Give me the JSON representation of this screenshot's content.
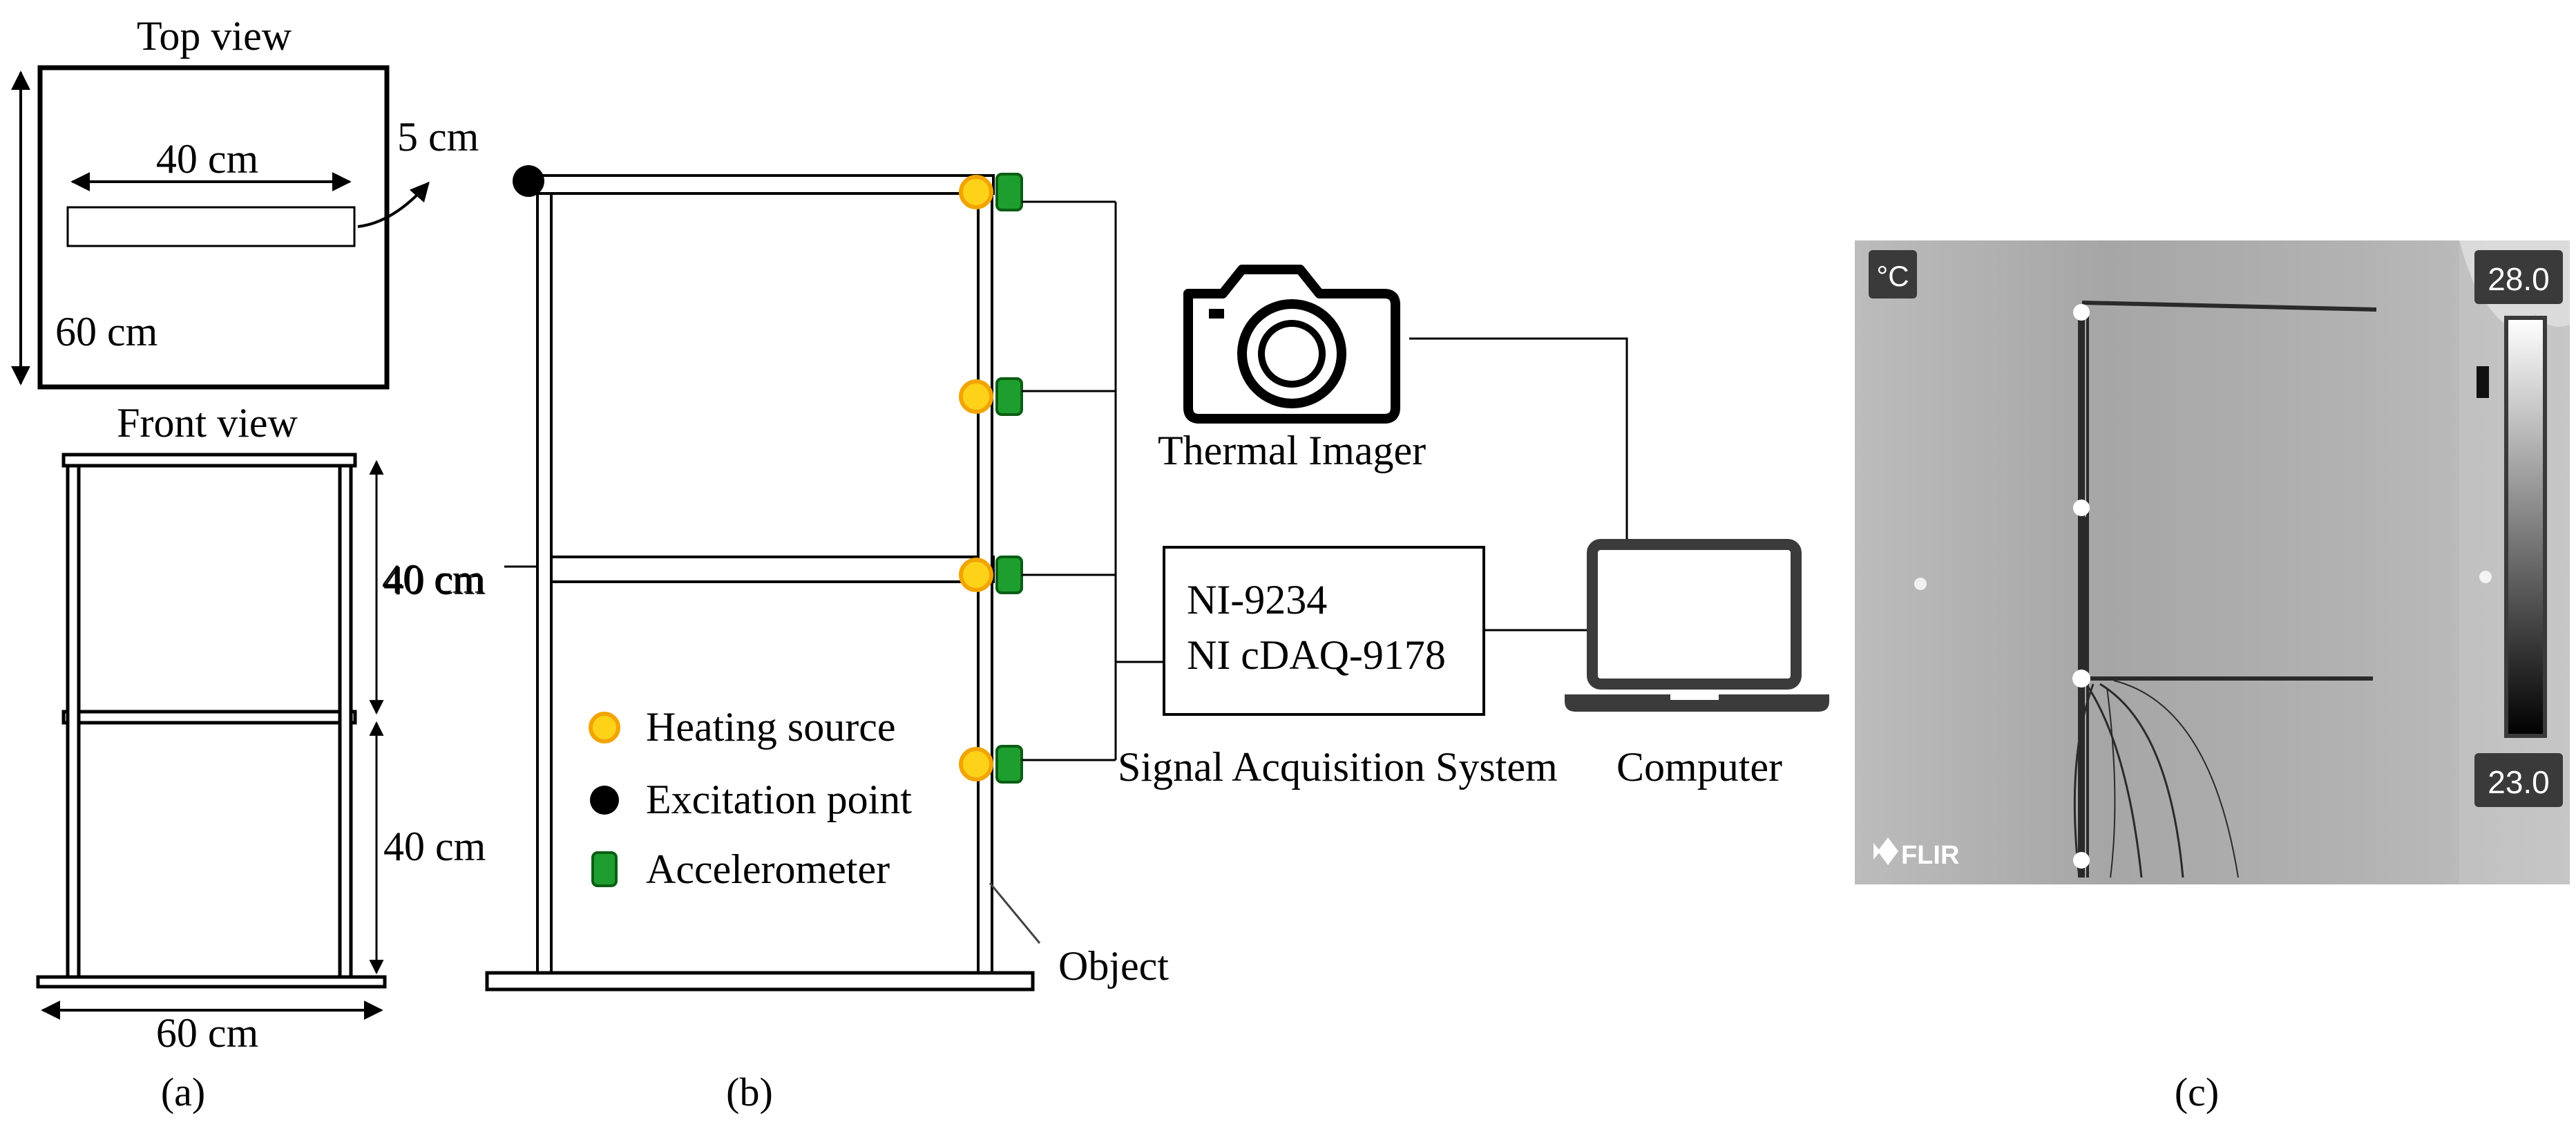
{
  "panel_a": {
    "top_view_title": "Top view",
    "front_view_title": "Front view",
    "dim_beam_length": "40 cm",
    "dim_beam_width": "5 cm",
    "dim_top_depth": "60 cm",
    "dim_story_upper": "40 cm",
    "dim_story_lower": "40 cm",
    "dim_base_width": "60 cm",
    "caption": "(a)"
  },
  "panel_b": {
    "dim_story": "40 cm",
    "legend": {
      "heating_source": "Heating source",
      "excitation_point": "Excitation point",
      "accelerometer": "Accelerometer"
    },
    "object_label": "Object",
    "thermal_imager_label": "Thermal Imager",
    "daq_line1": "NI-9234",
    "daq_line2": "NI cDAQ-9178",
    "daq_system_label": "Signal Acquisition  System",
    "computer_label": "Computer",
    "caption": "(b)"
  },
  "panel_c": {
    "unit": "°C",
    "scale_max": "28.0",
    "scale_min": "23.0",
    "brand": "FLIR",
    "caption": "(c)"
  },
  "colors": {
    "heating_fill": "#FFD21A",
    "heating_stroke": "#F2A400",
    "accelerometer_fill": "#1E9E2E",
    "accelerometer_stroke": "#0B5E14",
    "excitation": "#000000"
  }
}
